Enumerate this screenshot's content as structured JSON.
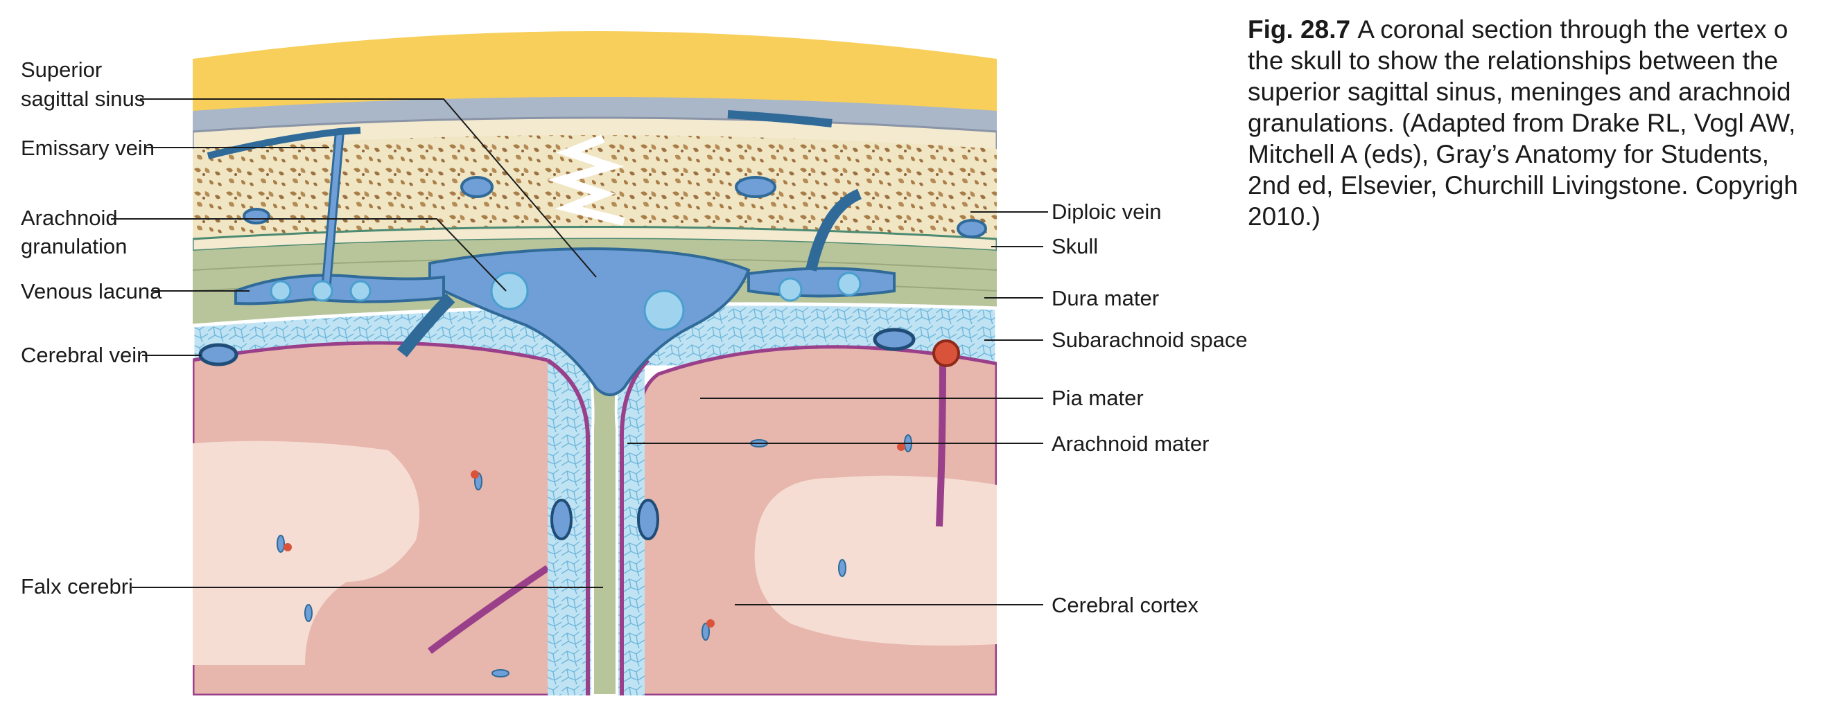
{
  "labels": {
    "superior_sagittal_sinus": [
      "Superior",
      "sagittal sinus"
    ],
    "emissary_vein": "Emissary vein",
    "arachnoid_granulation": [
      "Arachnoid",
      "granulation"
    ],
    "venous_lacuna": "Venous lacuna",
    "cerebral_vein": "Cerebral vein",
    "falx_cerebri": "Falx cerebri",
    "diploic_vein": "Diploic vein",
    "skull": "Skull",
    "dura_mater": "Dura mater",
    "subarachnoid_space": "Subarachnoid space",
    "pia_mater": "Pia mater",
    "arachnoid_mater": "Arachnoid mater",
    "cerebral_cortex": "Cerebral cortex"
  },
  "caption": {
    "fig_label": "Fig. 28.7",
    "lines": [
      "A coronal section through the vertex o",
      "the skull to show the relationships between the",
      "superior sagittal sinus, meninges and arachnoid",
      "granulations. (Adapted from Drake RL, Vogl AW,",
      "Mitchell A (eds), Gray’s Anatomy for Students,",
      "2nd ed, Elsevier, Churchill Livingstone. Copyrigh",
      "2010.)"
    ]
  },
  "colors": {
    "scalp": "#f7cf5a",
    "bone": "#f1e6c4",
    "marrow": "#b58b55",
    "dura": "#b8c49a",
    "venous_blood": "#6f9fd6",
    "subarachnoid": "#bfe3f3",
    "pia": "#9a3f8a",
    "cortex": "#e7b6ac",
    "white_matter": "#f6ddd4",
    "artery": "#d9533b"
  }
}
